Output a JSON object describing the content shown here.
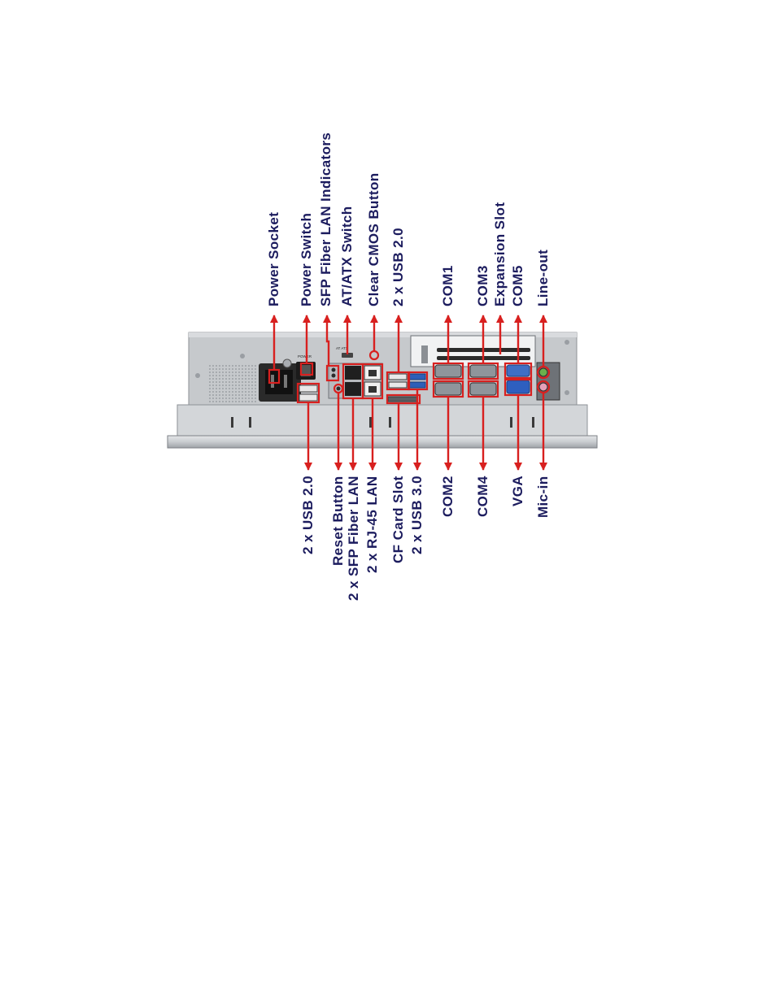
{
  "labels_top": [
    {
      "id": "power-socket",
      "text": "Power Socket"
    },
    {
      "id": "power-switch",
      "text": "Power Switch"
    },
    {
      "id": "sfp-fiber-lan-indicators",
      "text": "SFP Fiber LAN Indicators"
    },
    {
      "id": "at-atx-switch",
      "text": "AT/ATX Switch"
    },
    {
      "id": "clear-cmos-button",
      "text": "Clear CMOS Button"
    },
    {
      "id": "usb20-top",
      "text": "2 x USB 2.0"
    },
    {
      "id": "com1",
      "text": "COM1"
    },
    {
      "id": "com3",
      "text": "COM3"
    },
    {
      "id": "expansion-slot",
      "text": "Expansion Slot"
    },
    {
      "id": "com5",
      "text": "COM5"
    },
    {
      "id": "line-out",
      "text": "Line-out"
    }
  ],
  "labels_bottom": [
    {
      "id": "usb20-bottom",
      "text": "2 x USB 2.0"
    },
    {
      "id": "reset-button",
      "text": "Reset Button"
    },
    {
      "id": "sfp-fiber-lan",
      "text": "2 x SFP Fiber LAN"
    },
    {
      "id": "rj45-lan",
      "text": "2 x RJ-45  LAN"
    },
    {
      "id": "cf-card-slot",
      "text": "CF Card Slot"
    },
    {
      "id": "usb30",
      "text": "2 x USB 3.0"
    },
    {
      "id": "com2",
      "text": "COM2"
    },
    {
      "id": "com4",
      "text": "COM4"
    },
    {
      "id": "vga",
      "text": "VGA"
    },
    {
      "id": "mic-in",
      "text": "Mic-in"
    }
  ],
  "panel_text": {
    "power": "POWER",
    "atatx": "AT  ATX"
  },
  "colors": {
    "label": "#1c1c5e",
    "arrow": "#d8201f",
    "chassis": "#c6c9cc",
    "bezel": "#cfd2d5"
  }
}
